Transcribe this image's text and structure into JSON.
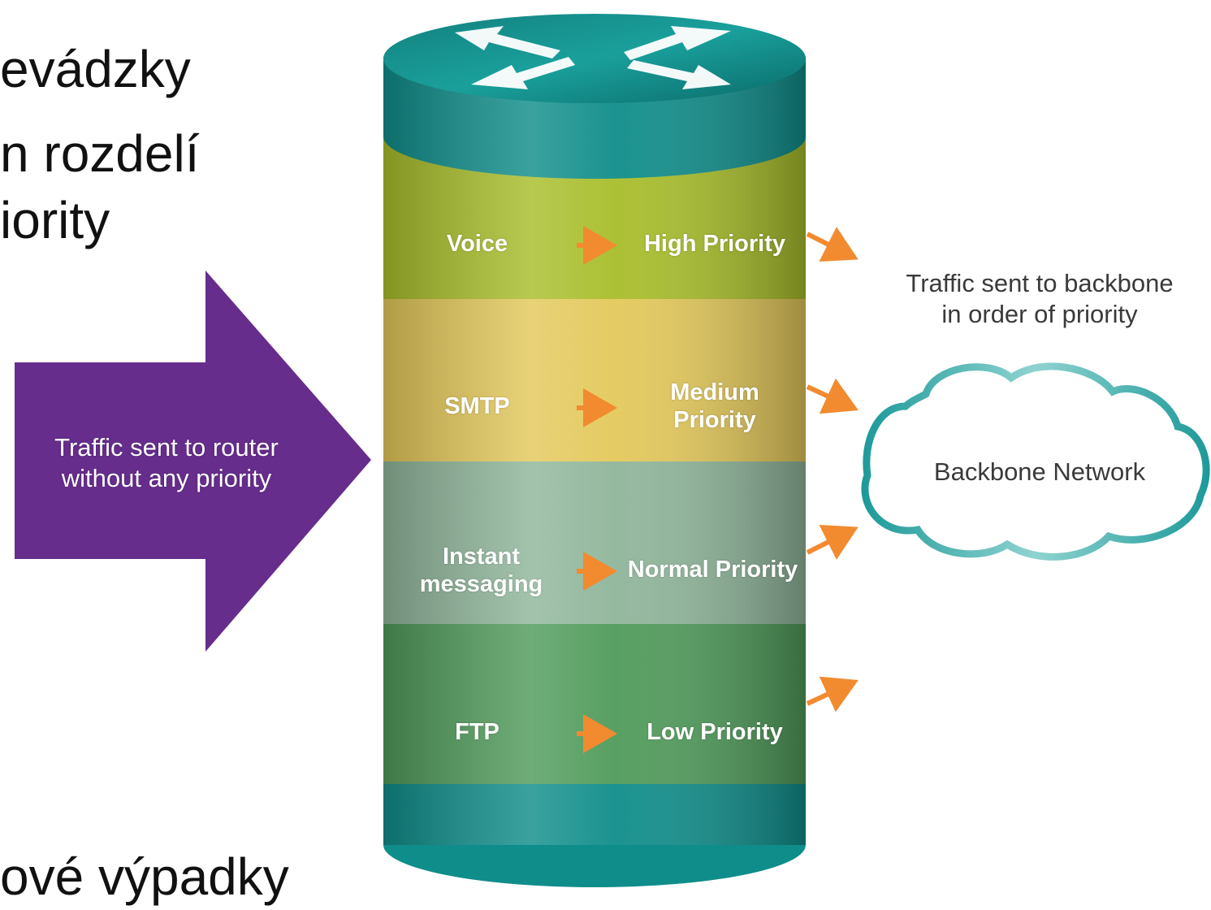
{
  "slide_text": {
    "line1": "evádzky",
    "line2": "n rozdelí",
    "line3": "iority",
    "line4": "ové výpadky"
  },
  "input_arrow": {
    "label_line1": "Traffic sent to router",
    "label_line2": "without any priority",
    "color": "#662d8c"
  },
  "router": {
    "cap_color": "#0f8d8a",
    "layers": [
      {
        "app": "Voice",
        "priority": "High Priority",
        "color": "#a8bd2a"
      },
      {
        "app_line1": "SMTP",
        "priority_line1": "Medium",
        "priority_line2": "Priority",
        "color": "#e3c85a"
      },
      {
        "app_line1": "Instant",
        "app_line2": "messaging",
        "priority": "Normal Priority",
        "color": "#8fb59a"
      },
      {
        "app": "FTP",
        "priority": "Low Priority",
        "color": "#4f9a5a"
      }
    ],
    "arrow_color": "#f28a30"
  },
  "output_note": {
    "line1": "Traffic sent to backbone",
    "line2": "in order of priority"
  },
  "cloud": {
    "label": "Backbone Network",
    "color": "#1f9a9a"
  }
}
